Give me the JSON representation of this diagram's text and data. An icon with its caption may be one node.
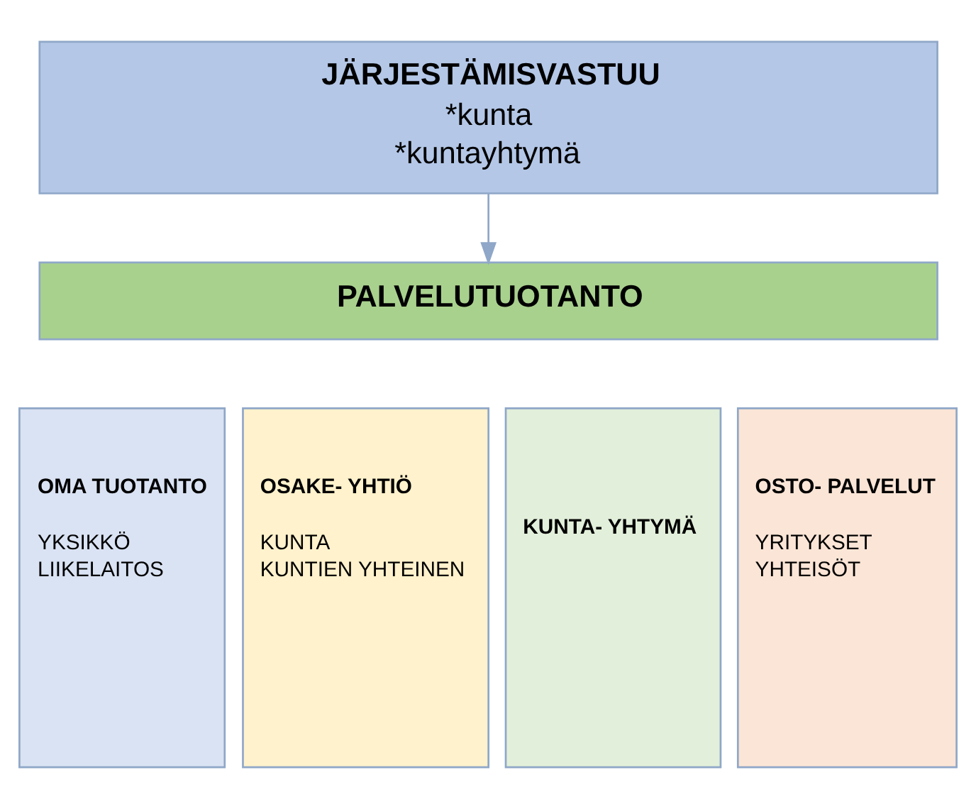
{
  "diagram": {
    "nodes": [
      {
        "text": [
          "JÄRJESTÄMISVASTUU",
          "*kunta",
          "*kuntayhtymä"
        ]
      },
      {
        "text": [
          "PALVELUTUOTANTO"
        ]
      },
      {
        "text": [
          "OMA TUOTANTO",
          "YKSIKKÖ",
          "LIIKELAITOS"
        ]
      },
      {
        "text": [
          "OSAKE- YHTIÖ",
          "KUNTA",
          "KUNTIEN YHTEINEN"
        ]
      },
      {
        "text": [
          "KUNTA- YHTYMÄ"
        ]
      },
      {
        "text": [
          "OSTO- PALVELUT",
          "YRITYKSET",
          "YHTEISÖT"
        ]
      }
    ],
    "edges": [
      {
        "from": 0,
        "to": 1,
        "arrow": "to"
      }
    ]
  }
}
